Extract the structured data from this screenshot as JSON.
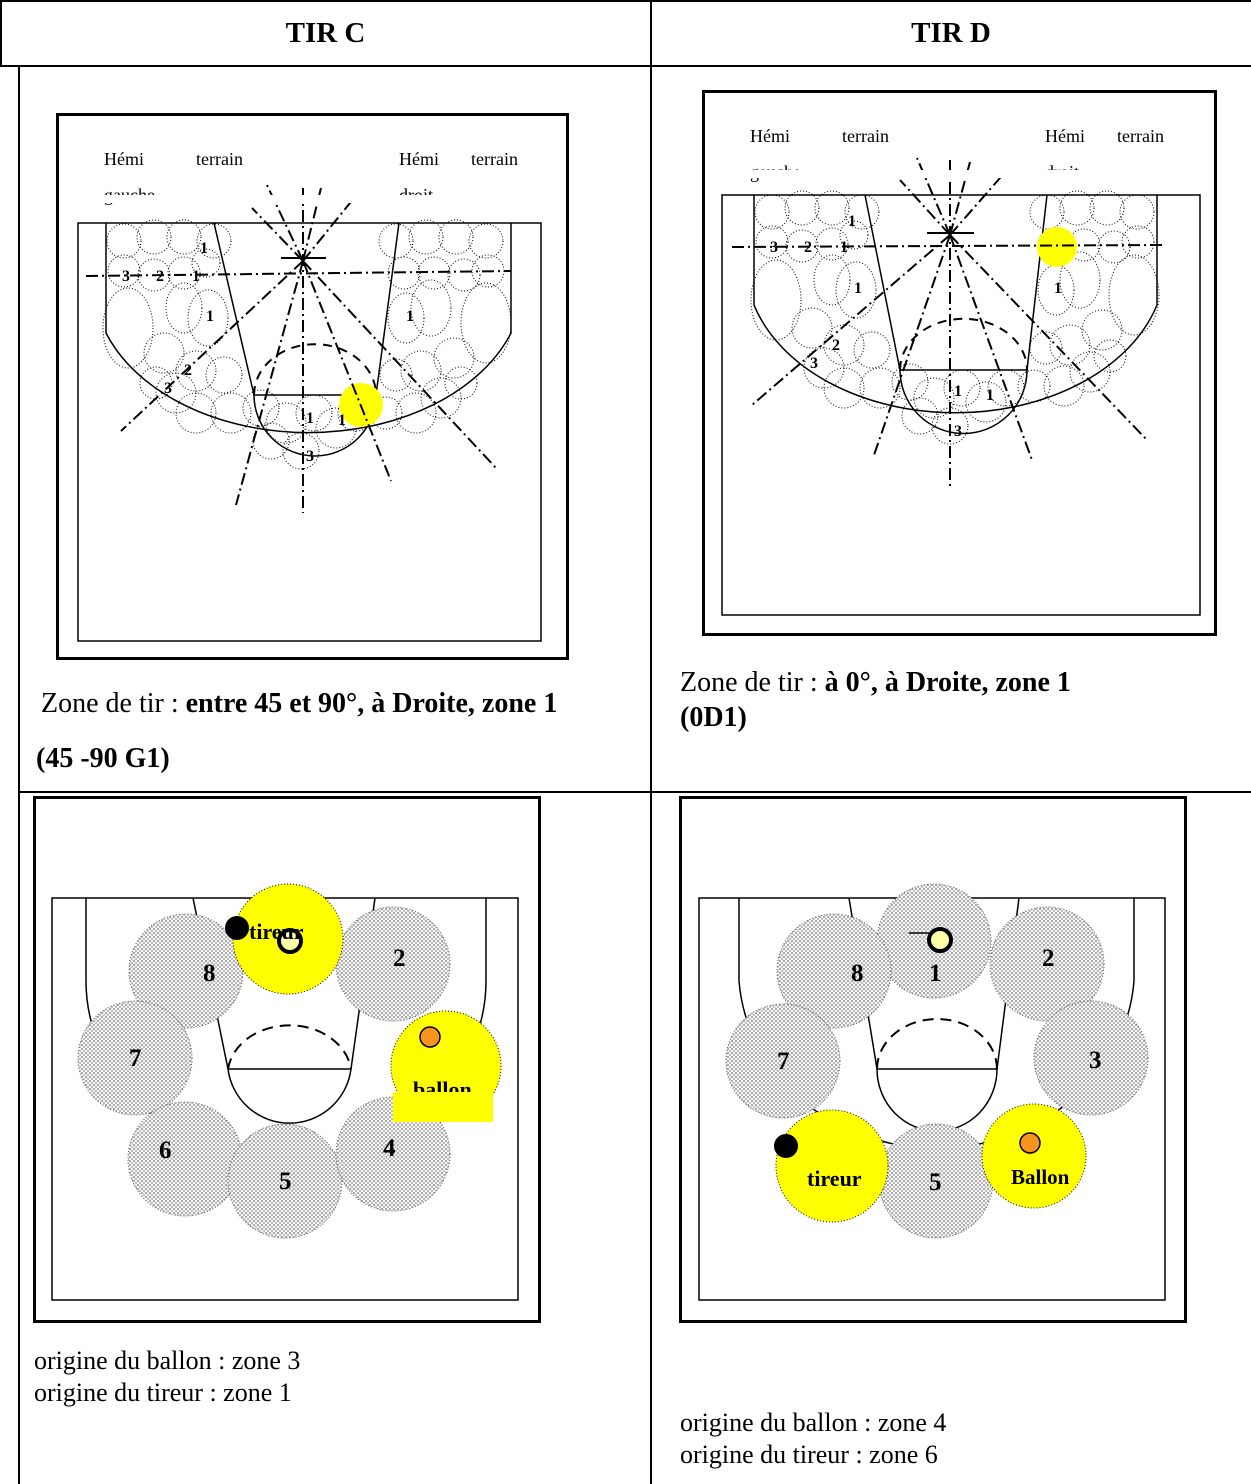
{
  "headers": {
    "left": "TIR C",
    "right": "TIR D"
  },
  "top_left": {
    "court_labels": {
      "left_a": "Hémi",
      "left_b": "terrain",
      "left_c": "gauche",
      "right_a": "Hémi",
      "right_b": "terrain",
      "right_c": "droit"
    },
    "caption_prefix": "Zone de tir : ",
    "caption_bold_1": "entre 45 et 90°, à Droite, zone 1",
    "caption_bold_2": "(45 -90 G1)",
    "highlight_color": "#ffff00"
  },
  "top_right": {
    "court_labels": {
      "left_a": "Hémi",
      "left_b": "terrain",
      "left_c": "gauche",
      "right_a": "Hémi",
      "right_b": "terrain",
      "right_c": "droit"
    },
    "caption_prefix": "Zone de tir : ",
    "caption_bold_1": "à  0°, à Droite, zone 1",
    "caption_bold_2": "(0D1)"
  },
  "bottom_left": {
    "zones": {
      "z2": "2",
      "z4": "4",
      "z5": "5",
      "z6": "6",
      "z7": "7",
      "z8": "8"
    },
    "shooter_label": "tireur",
    "ball_label": "ballon",
    "origin_ball": "origine du ballon : zone 3",
    "origin_shooter": "origine du tireur : zone 1"
  },
  "bottom_right": {
    "zones": {
      "z1": "1",
      "z2": "2",
      "z3": "3",
      "z5": "5",
      "z7": "7",
      "z8": "8"
    },
    "shooter_label": "tireur",
    "ball_label": "Ballon",
    "origin_ball": "origine du ballon : zone 4",
    "origin_shooter": "origine du tireur : zone 6"
  },
  "colors": {
    "highlight": "#ffff00",
    "ball": "#f7941d",
    "zone_fill": "#d0d0d0",
    "shooter": "#000000"
  }
}
